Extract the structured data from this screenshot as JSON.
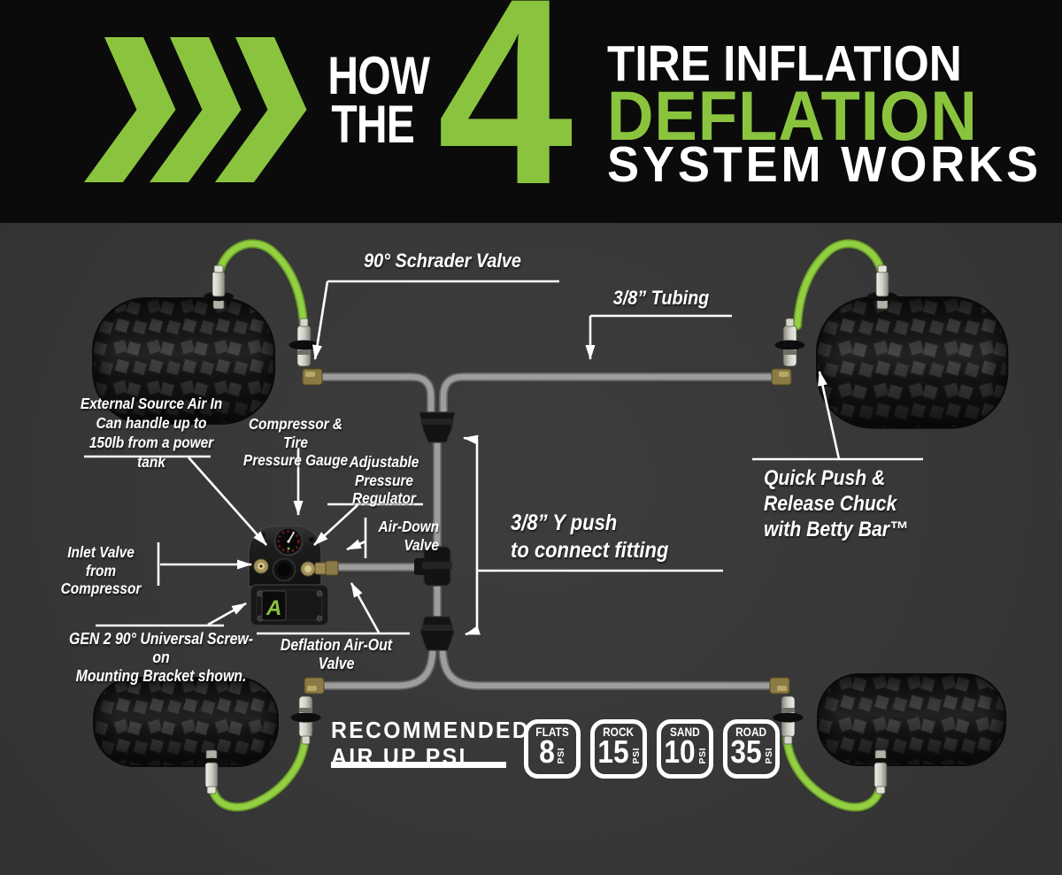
{
  "colors": {
    "accent_green": "#8ac43e",
    "header_background": "#0b0b0b",
    "diagram_background": "#373737",
    "tube_gray": "#9a9a9a",
    "label_white": "#ffffff"
  },
  "header": {
    "kicker_line1": "HOW",
    "kicker_line2": "THE",
    "big_number": "4",
    "title_top": "TIRE INFLATION",
    "title_mid": "DEFLATION",
    "title_bottom": "SYSTEM WORKS"
  },
  "callouts": {
    "schrader": "90° Schrader Valve",
    "tubing": "3/8” Tubing",
    "external_source": [
      "External Source Air In",
      "Can handle up to",
      "150lb from a power tank"
    ],
    "gauge": [
      "Compressor & Tire",
      "Pressure Gauge"
    ],
    "regulator": [
      "Adjustable",
      "Pressure",
      "Regulator"
    ],
    "air_down": [
      "Air-Down",
      "Valve"
    ],
    "inlet": [
      "Inlet Valve from",
      "Compressor"
    ],
    "gen2": [
      "GEN 2 90° Universal Screw-on",
      "Mounting Bracket shown."
    ],
    "deflation": "Deflation Air-Out Valve",
    "y_push": [
      "3/8” Y push",
      "to connect fitting"
    ],
    "quick_push": [
      "Quick Push &",
      "Release Chuck",
      "with Betty Bar™"
    ]
  },
  "recommended": {
    "line1": "RECOMMENDED",
    "line2": "AIR UP PSI"
  },
  "badges": [
    {
      "label": "FLATS",
      "value": "8",
      "unit": "PSI"
    },
    {
      "label": "ROCK",
      "value": "15",
      "unit": "PSI"
    },
    {
      "label": "SAND",
      "value": "10",
      "unit": "PSI"
    },
    {
      "label": "ROAD",
      "value": "35",
      "unit": "PSI"
    }
  ],
  "manifold_logo_glyph": "A"
}
